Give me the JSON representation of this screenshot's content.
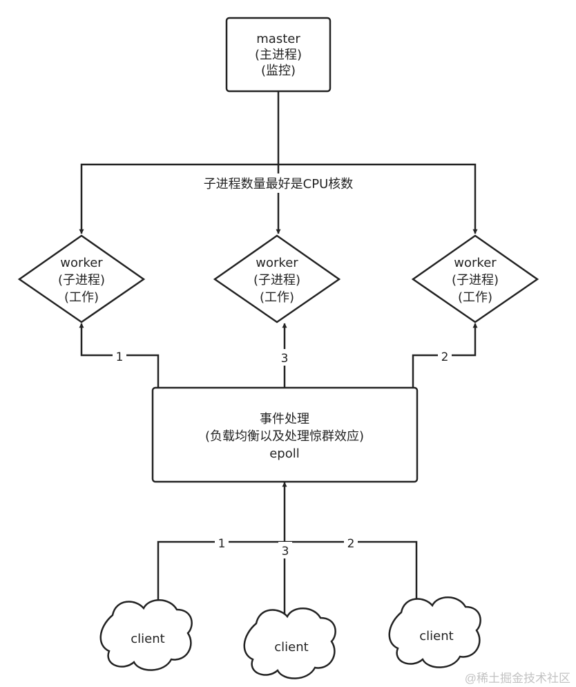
{
  "colors": {
    "stroke": "#222222",
    "fill": "#ffffff"
  },
  "nodes": {
    "master": {
      "lines": [
        "master",
        "(主进程)",
        "(监控)"
      ]
    },
    "worker1": {
      "lines": [
        "worker",
        "(子进程)",
        "(工作)"
      ]
    },
    "worker2": {
      "lines": [
        "worker",
        "(子进程)",
        "(工作)"
      ]
    },
    "worker3": {
      "lines": [
        "worker",
        "(子进程)",
        "(工作)"
      ]
    },
    "event": {
      "lines": [
        "事件处理",
        "(负载均衡以及处理惊群效应)",
        "epoll"
      ]
    },
    "client1": {
      "lines": [
        "client"
      ]
    },
    "client2": {
      "lines": [
        "client"
      ]
    },
    "client3": {
      "lines": [
        "client"
      ]
    }
  },
  "edges": {
    "split_label": "子进程数量最好是CPU核数",
    "to_worker_left": "1",
    "to_worker_mid": "3",
    "to_worker_right": "2",
    "from_client_left": "1",
    "from_client_mid": "3",
    "from_client_right": "2"
  },
  "watermark": "@稀土掘金技术社区"
}
